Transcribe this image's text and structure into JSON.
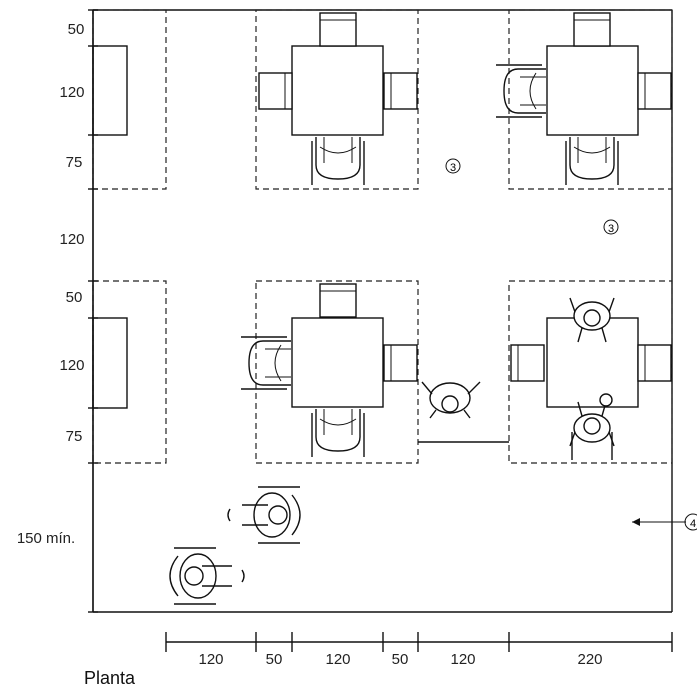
{
  "title": "Planta",
  "left_dimensions": [
    "50",
    "120",
    "75",
    "120",
    "50",
    "120",
    "75",
    "150 mín."
  ],
  "bottom_dimensions": [
    "120",
    "50",
    "120",
    "50",
    "120",
    "220"
  ],
  "markers": [
    "3",
    "3",
    "4"
  ]
}
